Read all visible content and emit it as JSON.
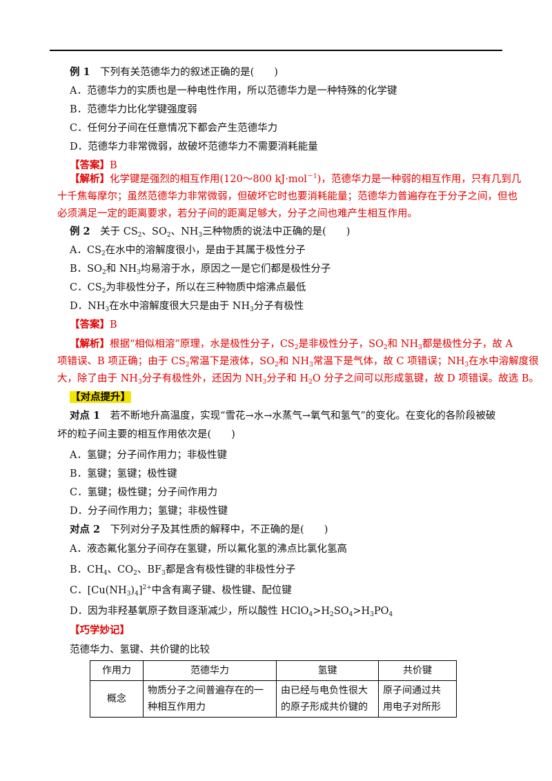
{
  "ex1": {
    "label": "例 1",
    "stem": "下列有关范德华力的叙述正确的是(　　)",
    "A": "A．范德华力的实质也是一种电性作用，所以范德华力是一种特殊的化学键",
    "B": "B．范德华力比化学键强度弱",
    "C": "C．任何分子间在任意情况下都会产生范德华力",
    "D": "D．范德华力非常微弱，故破坏范德华力不需要消耗能量",
    "answer_tag": "【答案】",
    "answer": "B",
    "analysis_tag": "【解析】",
    "analysis_1a": "化学键是强烈的相互作用(120～800 kJ·mol",
    "analysis_1sup": "－1",
    "analysis_1b": ")，范德华力是一种弱的相互作用，只有几到几",
    "analysis_2": "十千焦每摩尔；虽然范德华力非常微弱，但破坏它时也要消耗能量；范德华力普遍存在于分子之间，但也",
    "analysis_3": "必须满足一定的距离要求，若分子间的距离足够大，分子之间也难产生相互作用。"
  },
  "ex2": {
    "label": "例 2",
    "stem_pre": "关于 CS",
    "stem_mid1": "、SO",
    "stem_mid2": "、NH",
    "stem_post": "三种物质的说法中正确的是(　　)",
    "A_pre": "A．CS",
    "A_post": "在水中的溶解度很小，是由于其属于极性分子",
    "B_pre": "B．SO",
    "B_mid": "和 NH",
    "B_post": "均易溶于水，原因之一是它们都是极性分子",
    "C_pre": "C．CS",
    "C_post": "为非极性分子，所以在三种物质中熔沸点最低",
    "D_pre": "D．NH",
    "D_mid": "在水中溶解度很大只是由于 NH",
    "D_post": "分子有极性",
    "answer_tag": "【答案】",
    "answer": "B",
    "analysis_tag": "【解析】",
    "a1_1": "根据“相似相溶”原理，水是极性分子，CS",
    "a1_2": "是非极性分子，SO",
    "a1_3": "和 NH",
    "a1_4": "都是极性分子，故 A",
    "a2_1": "项错误、B 项正确；由于 CS",
    "a2_2": "常温下是液体，SO",
    "a2_3": "和 NH",
    "a2_4": "常温下是气体，故 C 项错误；NH",
    "a2_5": "在水中溶解度很",
    "a3_1": "大，除了由于 NH",
    "a3_2": "分子有极性外，还因为 NH",
    "a3_3": "分子和 H",
    "a3_4": "O 分子之间可以形成氢键，故 D 项错误。故选 B。"
  },
  "section1": "【对点提升】",
  "p1": {
    "label": "对点 1",
    "stem1": "若不断地升高温度，实现“雪花→水→水蒸气→氧气和氢气”的变化。在变化的各阶段被破",
    "stem2": "坏的粒子间主要的相互作用依次是(　　)",
    "A": "A．氢键；分子间作用力；非极性键",
    "B": "B．氢键；氢键；极性键",
    "C": "C．氢键；极性键；分子间作用力",
    "D": "D．分子间作用力；氢键；非极性键"
  },
  "p2": {
    "label": "对点 2",
    "stem": "下列对分子及其性质的解释中，不正确的是(　　)",
    "A": "A．液态氟化氢分子间存在氢键，所以氟化氢的沸点比氯化氢高",
    "B1": "B．CH",
    "B2": "、CO",
    "B3": "、BF",
    "B4": "都是含有极性键的非极性分子",
    "C1": "C．[Cu(NH",
    "C2": ")",
    "C3": "]",
    "C4": "中含有离子键、极性键、配位键",
    "D1": "D．因为非羟基氧原子数目逐渐减少，所以酸性 HClO",
    "D2": ">H",
    "D3": "SO",
    "D4": ">H",
    "D5": "PO"
  },
  "section2": "【巧学妙记】",
  "compare_title": "范德华力、氢键、共价键的比较",
  "table": {
    "headers": [
      "作用力",
      "范德华力",
      "氢键",
      "共价键"
    ],
    "row_label": "概念",
    "col1_l1": "物质分子之间普遍存在的一",
    "col1_l2": "种相互作用力",
    "col2_l1": "由已经与电负性很大",
    "col2_l2": "的原子形成共价键的",
    "col3_l1": "原子间通过共",
    "col3_l2": "用电子对所形"
  },
  "sub": {
    "two": "2",
    "three": "3",
    "four": "4",
    "plus": "2+"
  },
  "colors": {
    "answer_red": "#e00000",
    "highlight": "#f5e400"
  }
}
